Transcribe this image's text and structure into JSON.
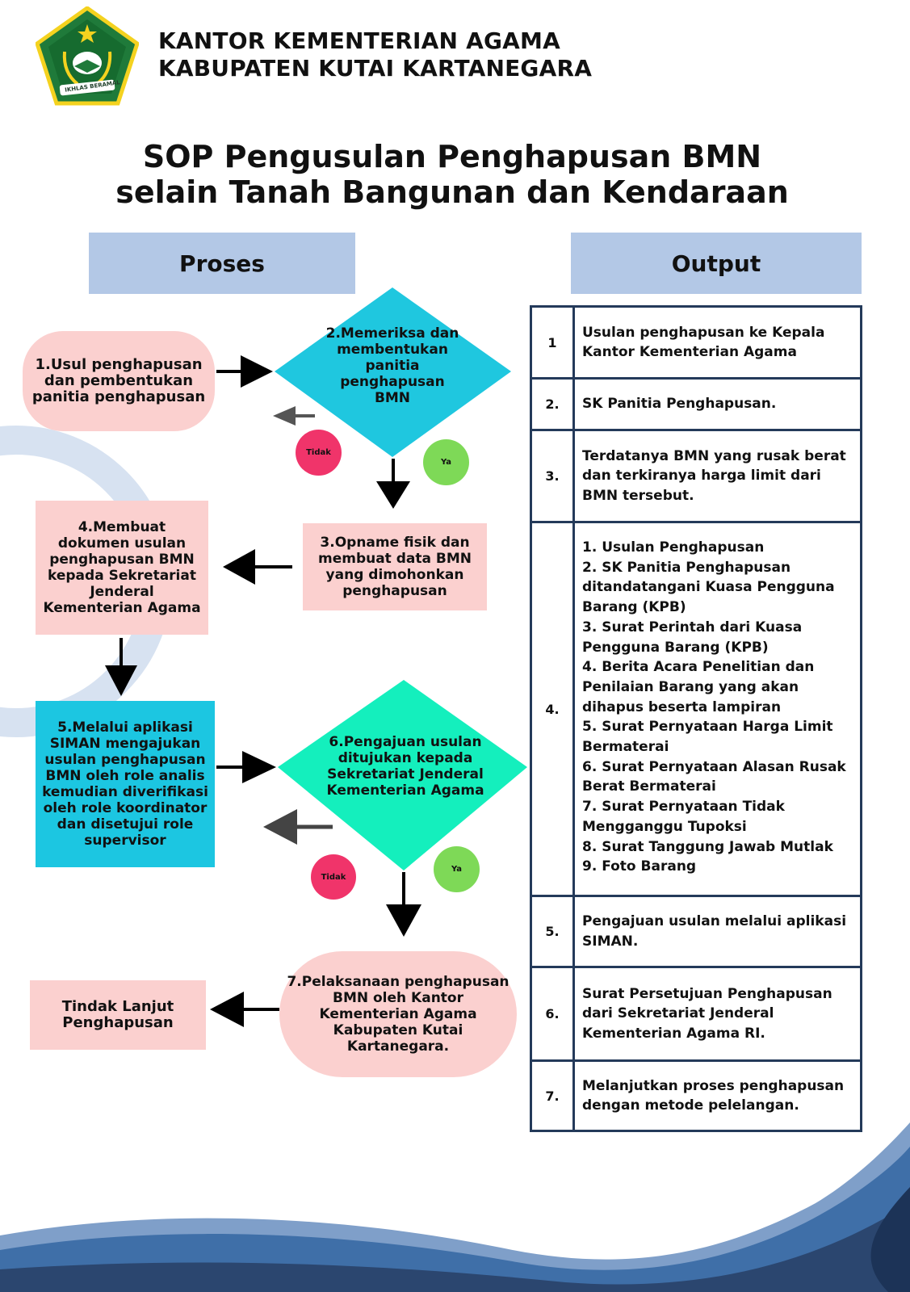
{
  "header": {
    "line1": "KANTOR KEMENTERIAN AGAMA",
    "line2": "KABUPATEN KUTAI KARTANEGARA",
    "logo_text": "IKHLAS BERAMAL"
  },
  "title": {
    "line1": "SOP Pengusulan Penghapusan BMN",
    "line2": "selain Tanah Bangunan dan Kendaraan"
  },
  "columns": {
    "left": "Proses",
    "right": "Output"
  },
  "steps": {
    "s1": "1.Usul penghapusan dan pembentukan panitia penghapusan",
    "s2": "2.Memeriksa dan membentukan panitia penghapusan BMN",
    "s3": "3.Opname fisik dan membuat data BMN yang dimohonkan penghapusan",
    "s4": "4.Membuat dokumen usulan penghapusan BMN kepada Sekretariat Jenderal Kementerian Agama",
    "s5": "5.Melalui aplikasi SIMAN mengajukan usulan penghapusan BMN oleh role analis kemudian diverifikasi oleh role koordinator dan disetujui role supervisor",
    "s6": "6.Pengajuan usulan ditujukan kepada Sekretariat Jenderal Kementerian Agama",
    "s7": "7.Pelaksanaan penghapusan BMN oleh Kantor Kementerian Agama Kabupaten Kutai Kartanegara.",
    "final": "Tindak Lanjut Penghapusan"
  },
  "decisions": {
    "no": "Tidak",
    "yes": "Ya"
  },
  "outputs": [
    {
      "num": "1",
      "text": "Usulan penghapusan ke Kepala Kantor Kementerian Agama"
    },
    {
      "num": "2.",
      "text": "SK Panitia Penghapusan."
    },
    {
      "num": "3.",
      "text": "Terdatanya BMN yang rusak berat dan terkiranya harga limit dari BMN tersebut."
    },
    {
      "num": "4.",
      "items": [
        "1. Usulan Penghapusan",
        "2. SK Panitia Penghapusan ditandatangani Kuasa Pengguna Barang (KPB)",
        "3. Surat Perintah dari Kuasa Pengguna Barang (KPB)",
        "4. Berita Acara Penelitian dan Penilaian Barang yang akan dihapus beserta lampiran",
        "5. Surat Pernyataan Harga Limit Bermaterai",
        "6. Surat Pernyataan Alasan Rusak Berat Bermaterai",
        "7. Surat Pernyataan Tidak Mengganggu Tupoksi",
        "8. Surat Tanggung Jawab Mutlak",
        "9. Foto Barang"
      ]
    },
    {
      "num": "5.",
      "text": "Pengajuan usulan melalui aplikasi SIMAN."
    },
    {
      "num": "6.",
      "text": "Surat Persetujuan Penghapusan dari Sekretariat Jenderal Kementerian Agama RI."
    },
    {
      "num": "7.",
      "text": "Melanjutkan proses penghapusan dengan metode pelelangan."
    }
  ],
  "colors": {
    "header_band": "#b3c8e6",
    "pink_box": "#fbd0cf",
    "cyan_diamond": "#1fc7df",
    "green_diamond": "#14efbd",
    "blue_box": "#1cc6e1",
    "no_circle": "#f0346a",
    "yes_circle": "#7ed957",
    "table_border": "#243a5a",
    "wave_dark": "#2b466f",
    "wave_mid": "#3f6fa8"
  }
}
